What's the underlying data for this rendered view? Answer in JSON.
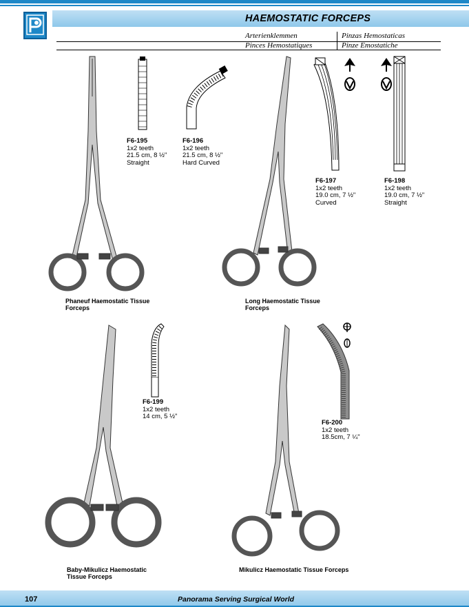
{
  "header": {
    "title": "HAEMOSTATIC FORCEPS",
    "translations": {
      "de": "Arterienklemmen",
      "es": "Pinzas Hemostaticas",
      "fr": "Pinces Hemostatiques",
      "it": "Pinze Emostatiche"
    }
  },
  "products": [
    {
      "code": "F6-195",
      "teeth": "1x2 teeth",
      "size": "21.5 cm, 8 ½\"",
      "shape": "Straight"
    },
    {
      "code": "F6-196",
      "teeth": "1x2 teeth",
      "size": "21.5 cm, 8 ½\"",
      "shape": "Hard Curved"
    },
    {
      "code": "F6-197",
      "teeth": "1x2 teeth",
      "size": "19.0 cm, 7 ½\"",
      "shape": "Curved"
    },
    {
      "code": "F6-198",
      "teeth": "1x2 teeth",
      "size": "19.0 cm, 7 ½\"",
      "shape": "Straight"
    },
    {
      "code": "F6-199",
      "teeth": "1x2 teeth",
      "size": "14 cm, 5 ½\""
    },
    {
      "code": "F6-200",
      "teeth": "1x2 teeth",
      "size": "18.5cm, 7 ¼\""
    }
  ],
  "instruments": {
    "phaneuf": "Phaneuf Haemostatic Tissue Forceps",
    "long": "Long Haemostatic Tissue Forceps",
    "baby_mikulicz": "Baby-Mikulicz Haemostatic Tissue Forceps",
    "mikulicz": "Mikulicz Haemostatic Tissue Forceps"
  },
  "footer": {
    "page_number": "107",
    "slogan": "Panorama Serving Surgical World"
  },
  "icons": [
    "panorama-logo-icon"
  ],
  "colors": {
    "accent": "#1e88c8",
    "band": "#a6d4ef"
  }
}
